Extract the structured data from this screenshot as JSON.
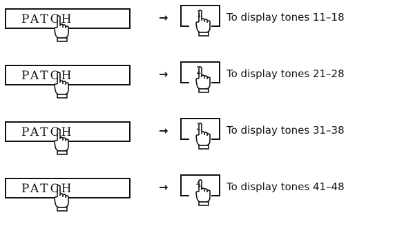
{
  "patch_label": "PATCH",
  "arrow_glyph": "→",
  "rows": [
    {
      "number": "1",
      "text": "To display tones 11–18"
    },
    {
      "number": "2",
      "text": "To display tones 21–28"
    },
    {
      "number": "3",
      "text": "To display tones 31–38"
    },
    {
      "number": "4",
      "text": "To display tones 41–48"
    }
  ],
  "icons": {
    "press": "pointing-hand-icon",
    "sequence": "right-arrow-icon"
  }
}
